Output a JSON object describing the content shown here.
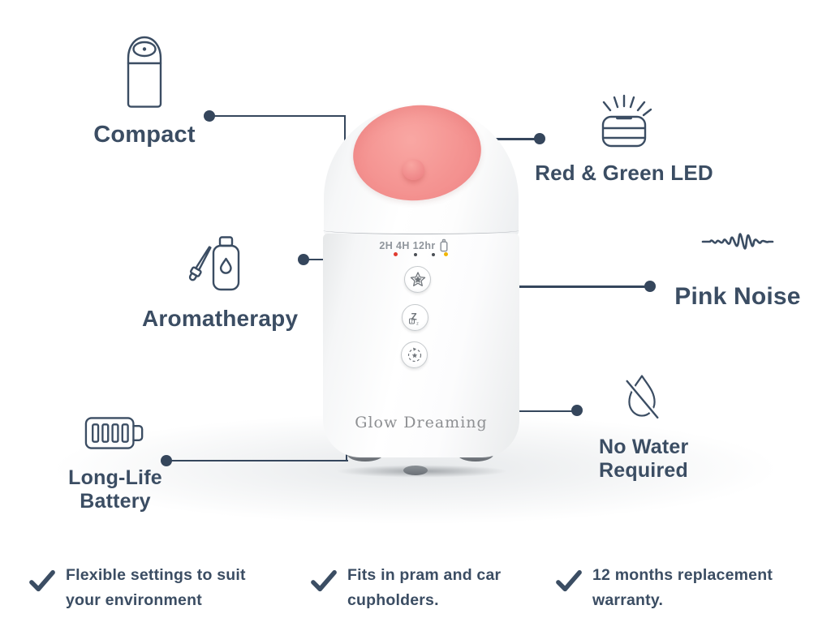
{
  "colors": {
    "text": "#3b4d63",
    "connector": "#35465c",
    "glow_pink": "#f49290",
    "indicator_red": "#e03b30",
    "indicator_dark": "#4a4f55",
    "indicator_amber": "#f2b600",
    "background": "#ffffff"
  },
  "features": {
    "compact": {
      "label": "Compact",
      "icon": "compact-device-icon"
    },
    "led": {
      "label": "Red & Green LED",
      "icon": "led-glow-icon"
    },
    "aromatherapy": {
      "label": "Aromatherapy",
      "icon": "dropper-bottle-icon"
    },
    "pink_noise": {
      "label": "Pink Noise",
      "icon": "soundwave-icon"
    },
    "battery": {
      "line1": "Long-Life",
      "line2": "Battery",
      "icon": "battery-icon"
    },
    "no_water": {
      "line1": "No Water",
      "line2": "Required",
      "icon": "no-water-drop-icon"
    }
  },
  "device": {
    "brand": "Glow Dreaming",
    "timer_labels": "2H 4H 12hr",
    "timer_battery_icon": "battery-status-icon",
    "indicators": [
      "#e03b30",
      "#4a4f55",
      "#4a4f55",
      "#f2b600"
    ],
    "buttons": [
      "star-light-button",
      "sleep-z-button",
      "cycle-mode-button"
    ]
  },
  "benefits": {
    "b1": {
      "line1": "Flexible settings to suit",
      "line2": "your environment"
    },
    "b2": {
      "line1": "Fits in pram and car",
      "line2": "cupholders."
    },
    "b3": {
      "line1": "12 months replacement",
      "line2": "warranty."
    }
  }
}
